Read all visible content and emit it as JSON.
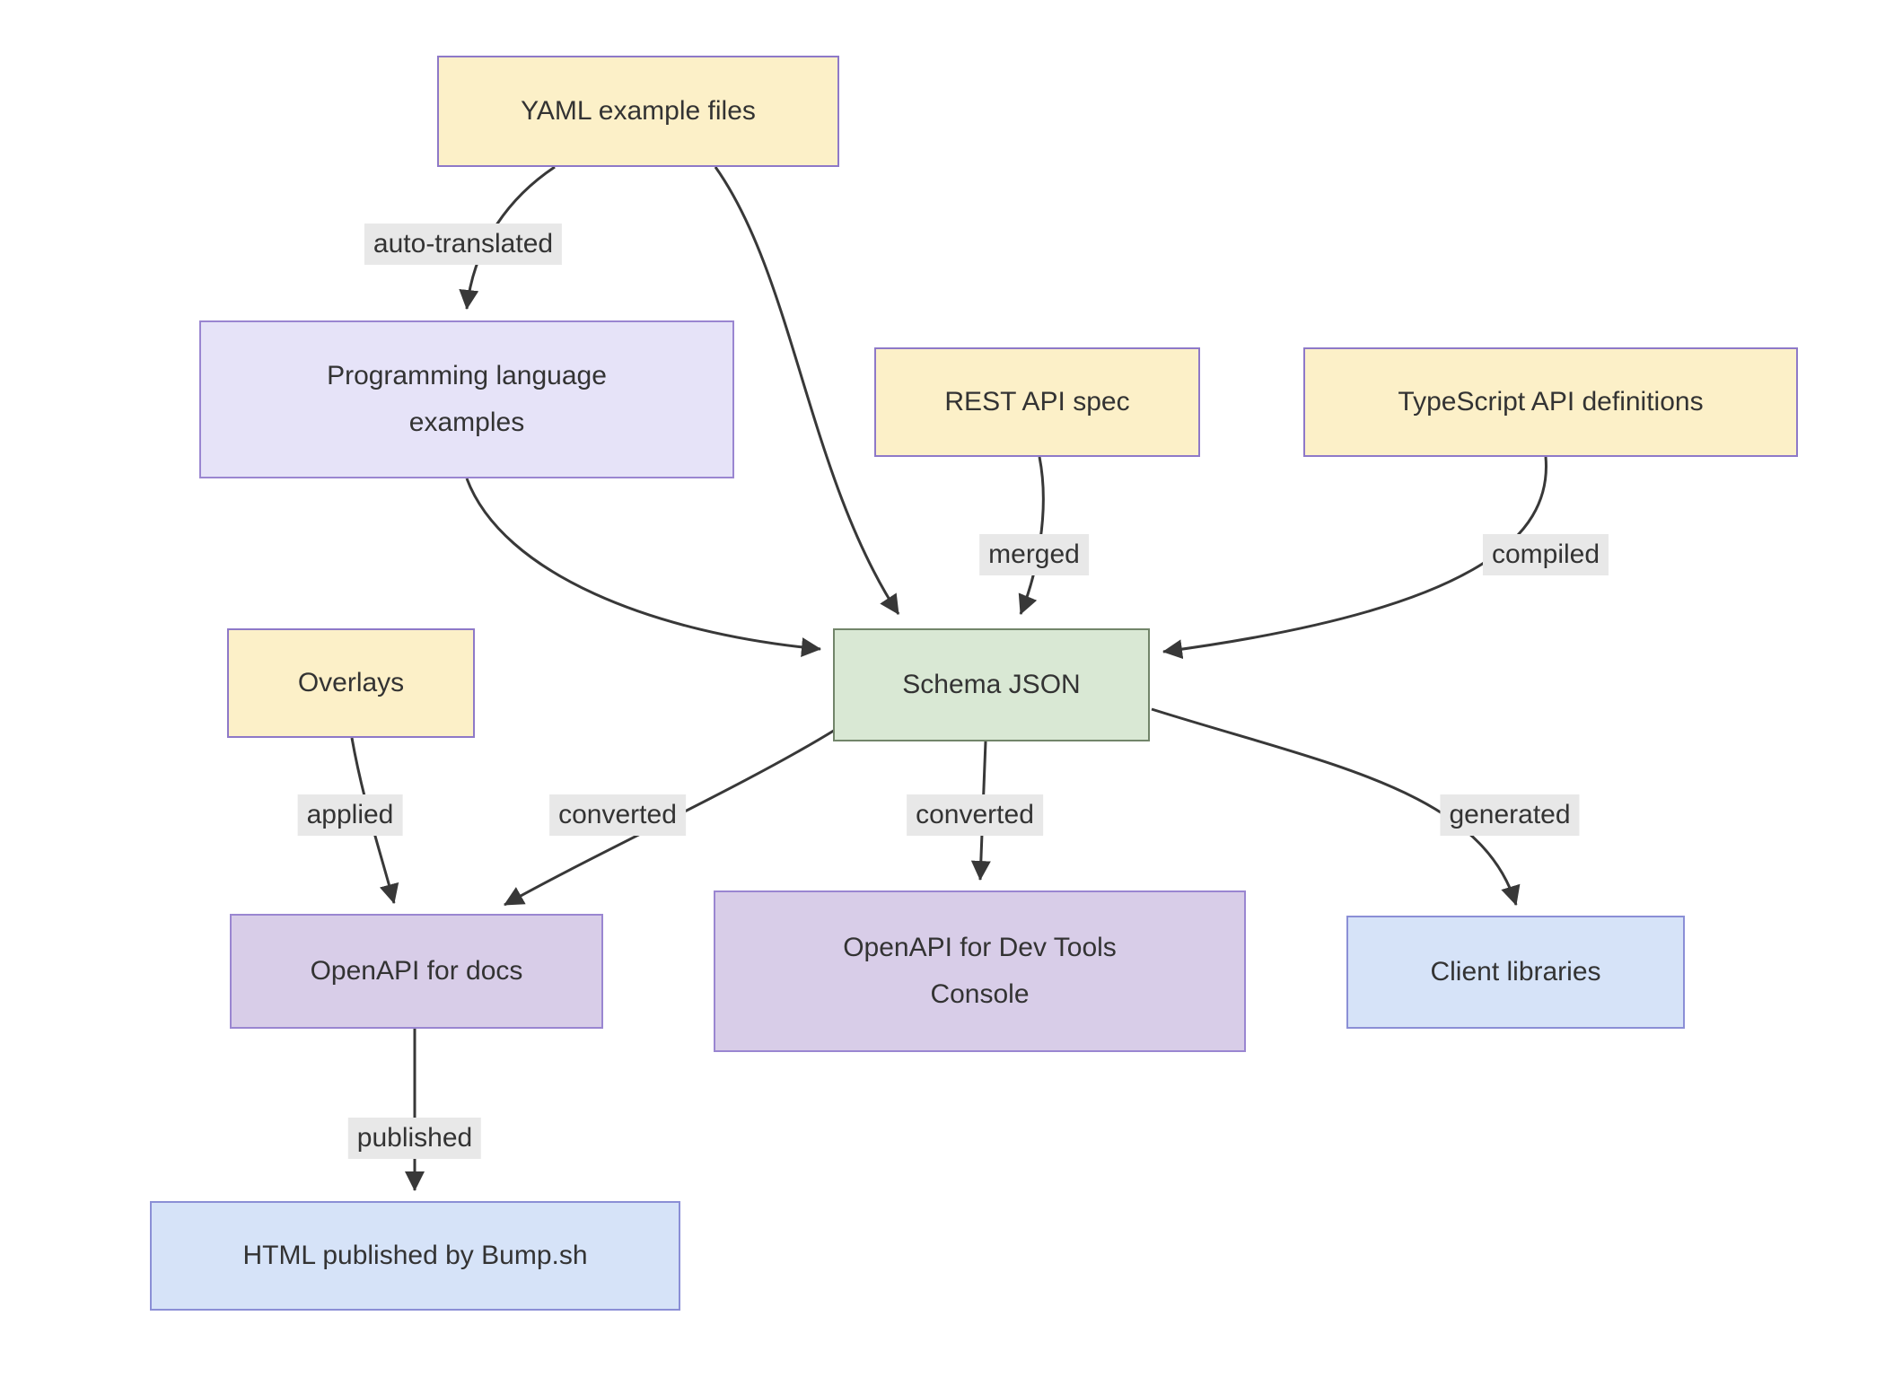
{
  "diagram": {
    "type": "flowchart",
    "background": "#ffffff",
    "edge_color": "#383838",
    "edge_label_bg": "#e8e8e8",
    "text_color": "#333333",
    "nodes": {
      "yaml": {
        "label": "YAML example files",
        "fill": "#fcf0c8",
        "border": "#8e79c8"
      },
      "prog_examples": {
        "label": "Programming language examples",
        "fill": "#e6e3f8",
        "border": "#9a86d1"
      },
      "rest_api": {
        "label": "REST API spec",
        "fill": "#fcf0c8",
        "border": "#8e79c8"
      },
      "ts_defs": {
        "label": "TypeScript API definitions",
        "fill": "#fcf0c8",
        "border": "#8e79c8"
      },
      "overlays": {
        "label": "Overlays",
        "fill": "#fcf0c8",
        "border": "#8e79c8"
      },
      "schema_json": {
        "label": "Schema JSON",
        "fill": "#d9e8d4",
        "border": "#72856a"
      },
      "openapi_docs": {
        "label": "OpenAPI for docs",
        "fill": "#d8cde8",
        "border": "#9a86d1"
      },
      "openapi_console": {
        "label": "OpenAPI for Dev Tools Console",
        "fill": "#d8cde8",
        "border": "#9a86d1"
      },
      "client_libs": {
        "label": "Client libraries",
        "fill": "#d6e3f8",
        "border": "#8b8fd6"
      },
      "html_bumpsh": {
        "label": "HTML published by Bump.sh",
        "fill": "#d6e3f8",
        "border": "#8b8fd6"
      }
    },
    "edges": [
      {
        "from": "yaml",
        "to": "prog_examples",
        "label": "auto-translated"
      },
      {
        "from": "yaml",
        "to": "schema_json",
        "label": ""
      },
      {
        "from": "prog_examples",
        "to": "schema_json",
        "label": ""
      },
      {
        "from": "rest_api",
        "to": "schema_json",
        "label": "merged"
      },
      {
        "from": "ts_defs",
        "to": "schema_json",
        "label": "compiled"
      },
      {
        "from": "overlays",
        "to": "openapi_docs",
        "label": "applied"
      },
      {
        "from": "schema_json",
        "to": "openapi_docs",
        "label": "converted"
      },
      {
        "from": "schema_json",
        "to": "openapi_console",
        "label": "converted"
      },
      {
        "from": "schema_json",
        "to": "client_libs",
        "label": "generated"
      },
      {
        "from": "openapi_docs",
        "to": "html_bumpsh",
        "label": "published"
      }
    ]
  }
}
